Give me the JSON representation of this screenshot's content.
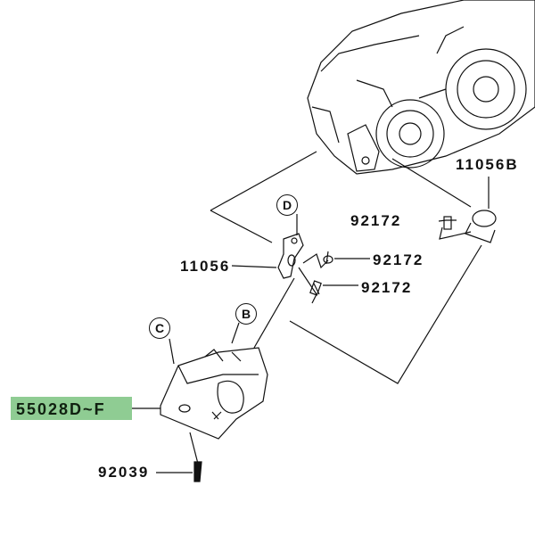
{
  "labels": {
    "part_11056B": "11056B",
    "part_92172_a": "92172",
    "part_92172_b": "92172",
    "part_92172_c": "92172",
    "part_11056": "11056",
    "part_55028": "55028D~F",
    "part_92039": "92039"
  },
  "callouts": {
    "d": "D",
    "b": "B",
    "c": "C"
  },
  "colors": {
    "highlight": "#8fcc93",
    "line": "#111111"
  }
}
